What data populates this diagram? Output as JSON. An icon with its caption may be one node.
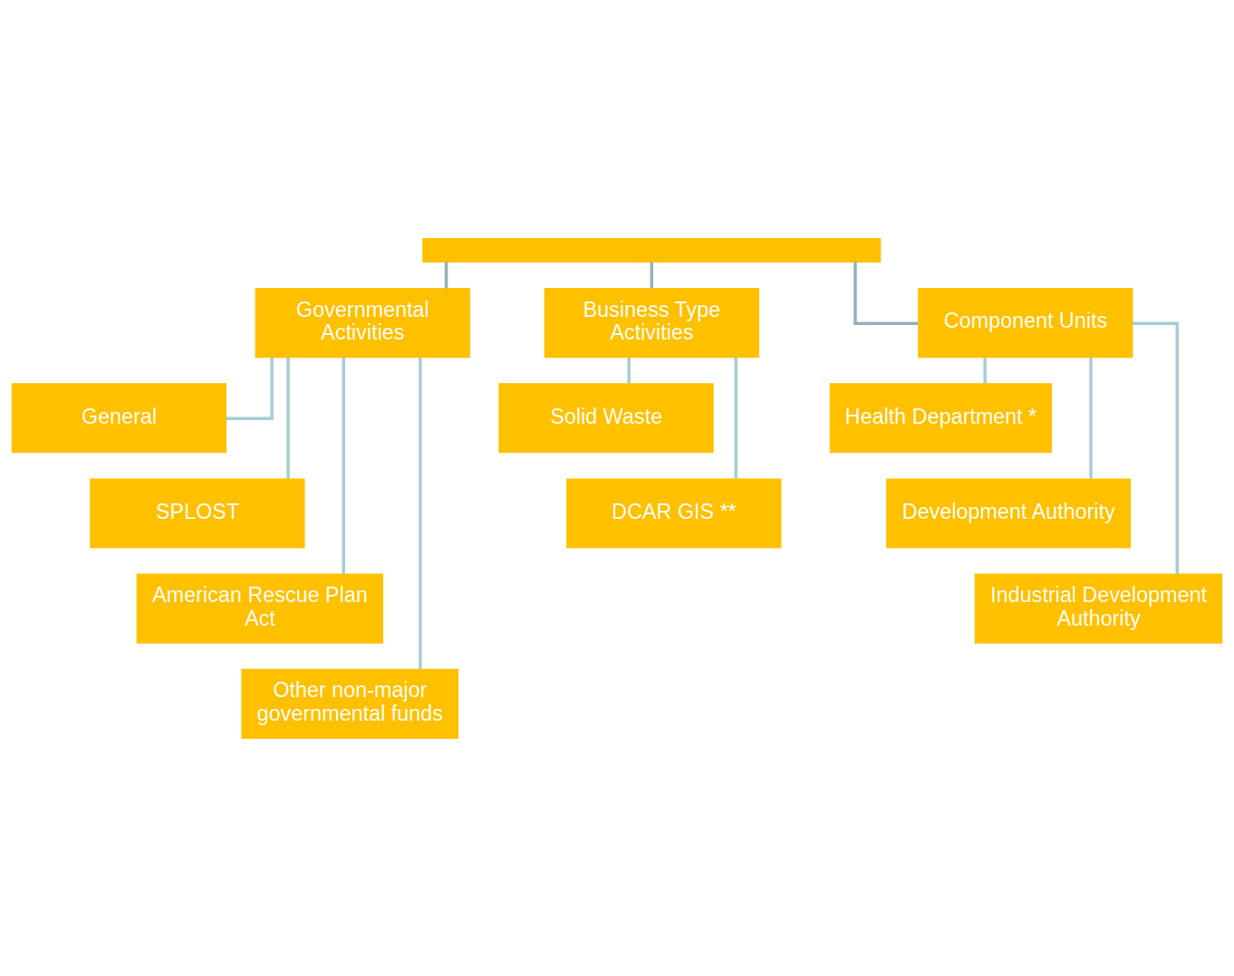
{
  "diagram": {
    "nodes": [
      {
        "text": [],
        "shape": "box"
      },
      {
        "text": [
          "Governmental Activities"
        ]
      },
      {
        "text": [
          "Business Type Activities"
        ]
      },
      {
        "text": [
          "Component Units"
        ]
      },
      {
        "text": [
          "General"
        ]
      },
      {
        "text": [
          "SPLOST"
        ]
      },
      {
        "text": [
          "American Rescue Plan Act"
        ]
      },
      {
        "text": [
          "Other non-major governmental funds"
        ]
      },
      {
        "text": [
          "Solid Waste"
        ]
      },
      {
        "text": [
          "DCAR GIS **"
        ]
      },
      {
        "text": [
          "Health Department *"
        ]
      },
      {
        "text": [
          "Development Authority"
        ]
      },
      {
        "text": [
          "Industrial Development Authority"
        ]
      }
    ],
    "edges": [
      {
        "from": 0,
        "to": 1,
        "arrow": "none",
        "color": "#93b3b8"
      },
      {
        "from": 0,
        "to": 2,
        "arrow": "none",
        "color": "#93b3b8"
      },
      {
        "from": 0,
        "to": 3,
        "arrow": "none",
        "color": "#93b3b8"
      },
      {
        "from": 1,
        "to": 4,
        "arrow": "none"
      },
      {
        "from": 1,
        "to": 5,
        "arrow": "none"
      },
      {
        "from": 1,
        "to": 6,
        "arrow": "none"
      },
      {
        "from": 1,
        "to": 7,
        "arrow": "none"
      },
      {
        "from": 2,
        "to": 8,
        "arrow": "none"
      },
      {
        "from": 2,
        "to": 9,
        "arrow": "none"
      },
      {
        "from": 3,
        "to": 10,
        "arrow": "none"
      },
      {
        "from": 3,
        "to": 11,
        "arrow": "none"
      },
      {
        "from": 3,
        "to": 12,
        "arrow": "none"
      }
    ]
  }
}
